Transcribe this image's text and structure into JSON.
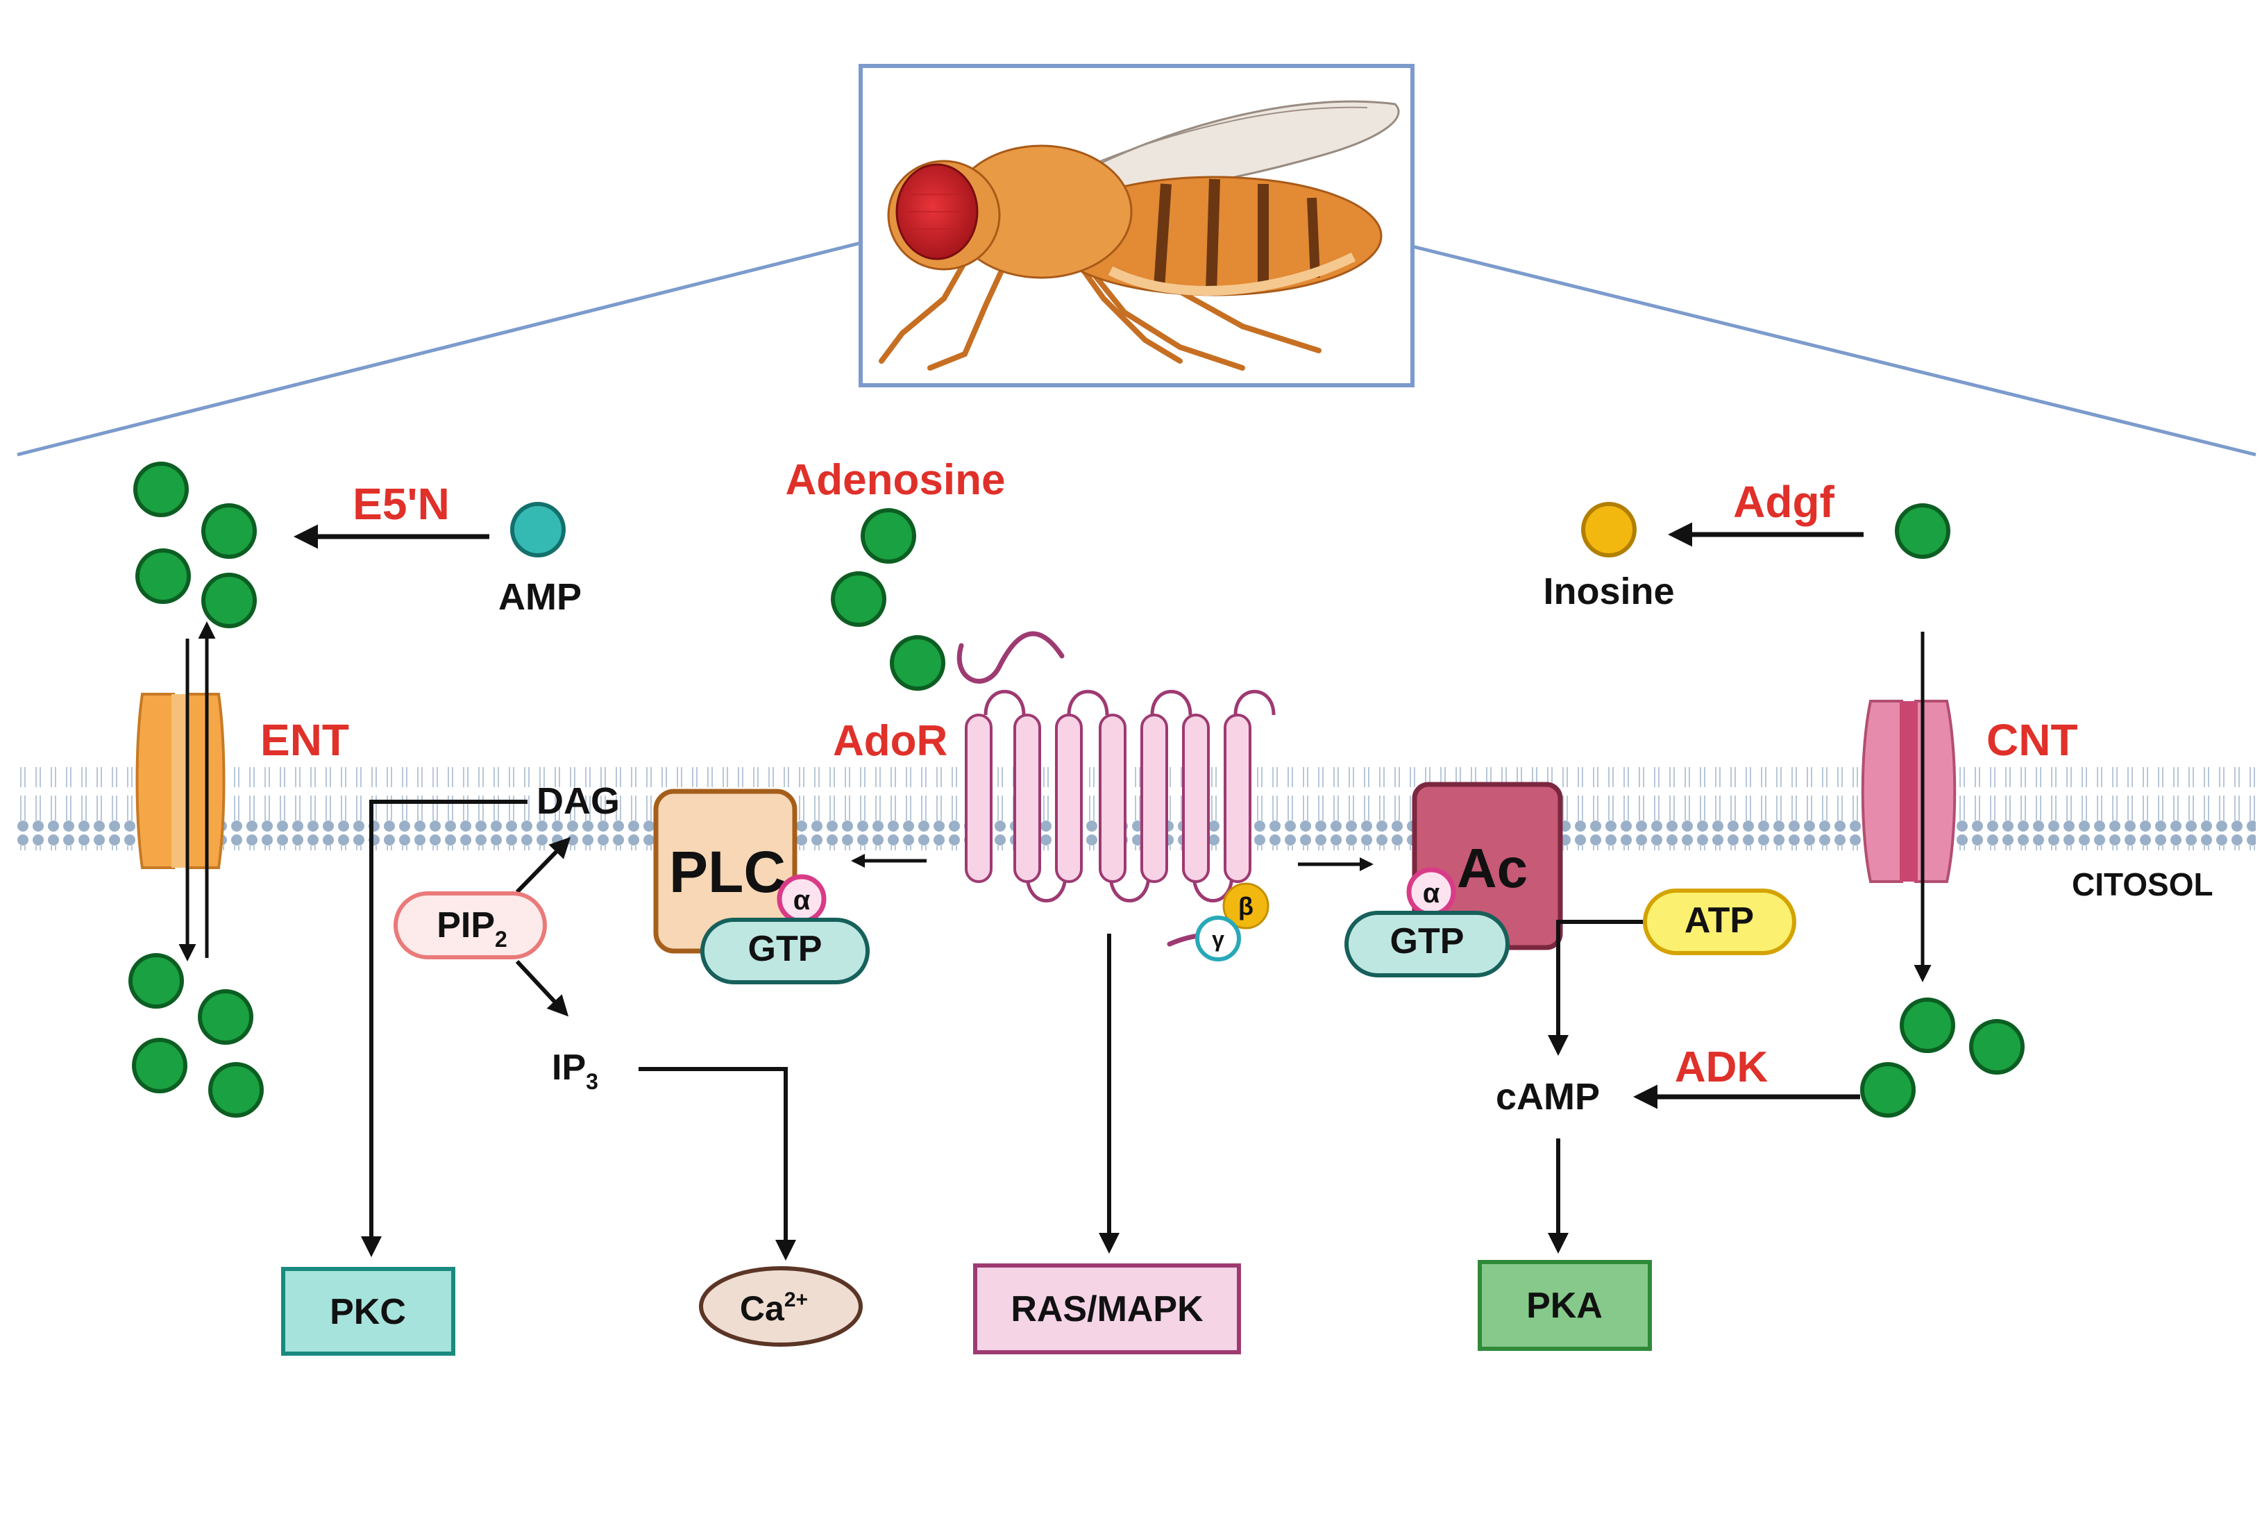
{
  "labels": {
    "enzyme_e5n": "E5'N",
    "amp": "AMP",
    "adenosine": "Adenosine",
    "adgf": "Adgf",
    "inosine": "Inosine",
    "ent": "ENT",
    "ador": "AdoR",
    "cnt": "CNT",
    "dag": "DAG",
    "pip2_main": "PIP",
    "pip2_sub": "2",
    "ip3_main": "IP",
    "ip3_sub": "3",
    "plc": "PLC",
    "alpha": "α",
    "beta": "β",
    "gamma": "γ",
    "gtp": "GTP",
    "ac": "Ac",
    "atp": "ATP",
    "citosol": "CITOSOL",
    "adk": "ADK",
    "camp": "cAMP",
    "pkc": "PKC",
    "ca_main": "Ca",
    "ca_sup": "2+",
    "ras_mapk": "RAS/MAPK",
    "pka": "PKA"
  },
  "colors": {
    "adenosine": "#1aa141",
    "amp": "#35b9b3",
    "inosine": "#f2b80f",
    "enzyme_label": "#e0302a",
    "membrane_head": "#9ab0c8",
    "outline_blue": "#7c9bcc",
    "ent": "#f6a74a",
    "cnt": "#e27a9c",
    "receptor": "#f6cfe2",
    "plc": "#f6d8b4",
    "ac": "#c85a75",
    "gtp": "#bfe7e2",
    "atp": "#fbf06f",
    "pkc": "#a6e3dc",
    "ca": "#efddd1",
    "ras_mapk": "#f5d4e6",
    "pka": "#86c98b"
  },
  "icons": [
    "fruit-fly-icon",
    "adenosine-molecule-icon",
    "amp-molecule-icon",
    "inosine-molecule-icon"
  ]
}
